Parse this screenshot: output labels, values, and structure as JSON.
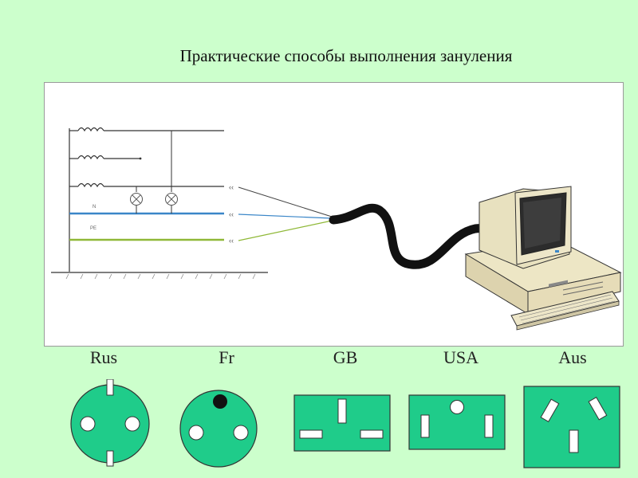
{
  "slide": {
    "title": "Практические способы выполнения зануления"
  },
  "diagram": {
    "phase_labels": [
      "N",
      "PE"
    ],
    "colors": {
      "background": "#ccffcc",
      "panel": "#ffffff",
      "wire_neutral": "#3a86c8",
      "wire_pe": "#8fb837",
      "cable": "#111111",
      "socket": "#1fcc8a",
      "socket_outline": "#333333"
    }
  },
  "plugs": [
    {
      "label": "Rus",
      "icon": "schuko-socket-icon"
    },
    {
      "label": "Fr",
      "icon": "french-socket-icon"
    },
    {
      "label": "GB",
      "icon": "uk-socket-icon"
    },
    {
      "label": "USA",
      "icon": "us-socket-icon"
    },
    {
      "label": "Aus",
      "icon": "australian-socket-icon"
    }
  ]
}
